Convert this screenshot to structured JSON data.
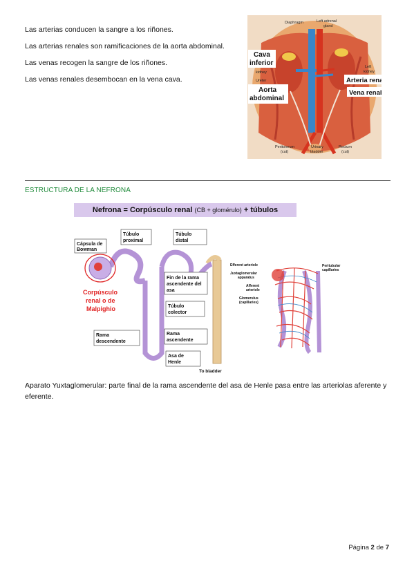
{
  "intro": {
    "p1": "Las arterias conducen la sangre a los riñones.",
    "p2": "Las arterias renales son ramificaciones de la aorta abdominal.",
    "p3": "Las venas recogen la sangre de los riñones.",
    "p4": "Las venas renales desembocan en la vena cava."
  },
  "kidney_figure": {
    "diaphragm": "Diaphragm",
    "left_adrenal": "Left adrenal",
    "gland": "gland",
    "cava_1": "Cava",
    "cava_2": "inferior",
    "kidney_right": "kidney",
    "left": "Left",
    "kidney_left": "kidney",
    "ureter": "Ureter",
    "arteria_renal": "Arteria renal",
    "vena_renal": "Vena renal",
    "aorta_1": "Aorta",
    "aorta_2": "abdominal",
    "peritoneum": "Peritoneum",
    "peritoneum_cut": "(cut)",
    "urinary": "Urinary",
    "bladder": "bladder",
    "rectum": "Rectum",
    "rectum_cut": "(cut)"
  },
  "section": {
    "title": "ESTRUCTURA DE LA NEFRONA"
  },
  "banner": {
    "part1": "Nefrona = Corpúsculo renal",
    "part2": "(CB + glomérulo)",
    "part3": "+ túbulos"
  },
  "nephron_figure": {
    "capsula_1": "Cápsula de",
    "capsula_2": "Bowman",
    "tub_prox_1": "Túbulo",
    "tub_prox_2": "proximal",
    "tub_dist_1": "Túbulo",
    "tub_dist_2": "distal",
    "fin_1": "Fin de la rama",
    "fin_2": "ascendente del",
    "fin_3": "asa",
    "corp_1": "Corpúsculo",
    "corp_2": "renal o de",
    "corp_3": "Malpighio",
    "colector_1": "Túbulo",
    "colector_2": "colector",
    "rama_desc_1": "Rama",
    "rama_desc_2": "descendente",
    "rama_asc_1": "Rama",
    "rama_asc_2": "ascendente",
    "asa_1": "Asa de",
    "asa_2": "Henle",
    "to_bladder": "To bladder"
  },
  "glom_figure": {
    "efferent": "Efferent arteriole",
    "juxta_1": "Juxtaglomerular",
    "juxta_2": "apparatus",
    "afferent_1": "Afferent",
    "afferent_2": "arteriole",
    "glomerulus_1": "Glomerulus",
    "glomerulus_2": "(capillaries)",
    "peritubular_1": "Peritubular",
    "peritubular_2": "capillaries"
  },
  "caption": "Aparato Yuxtaglomerular: parte final de la rama ascendente del asa de Henle pasa entre las arteriolas aferente y eferente.",
  "footer": {
    "label": "Página",
    "current": "2",
    "of": "de",
    "total": "7"
  }
}
